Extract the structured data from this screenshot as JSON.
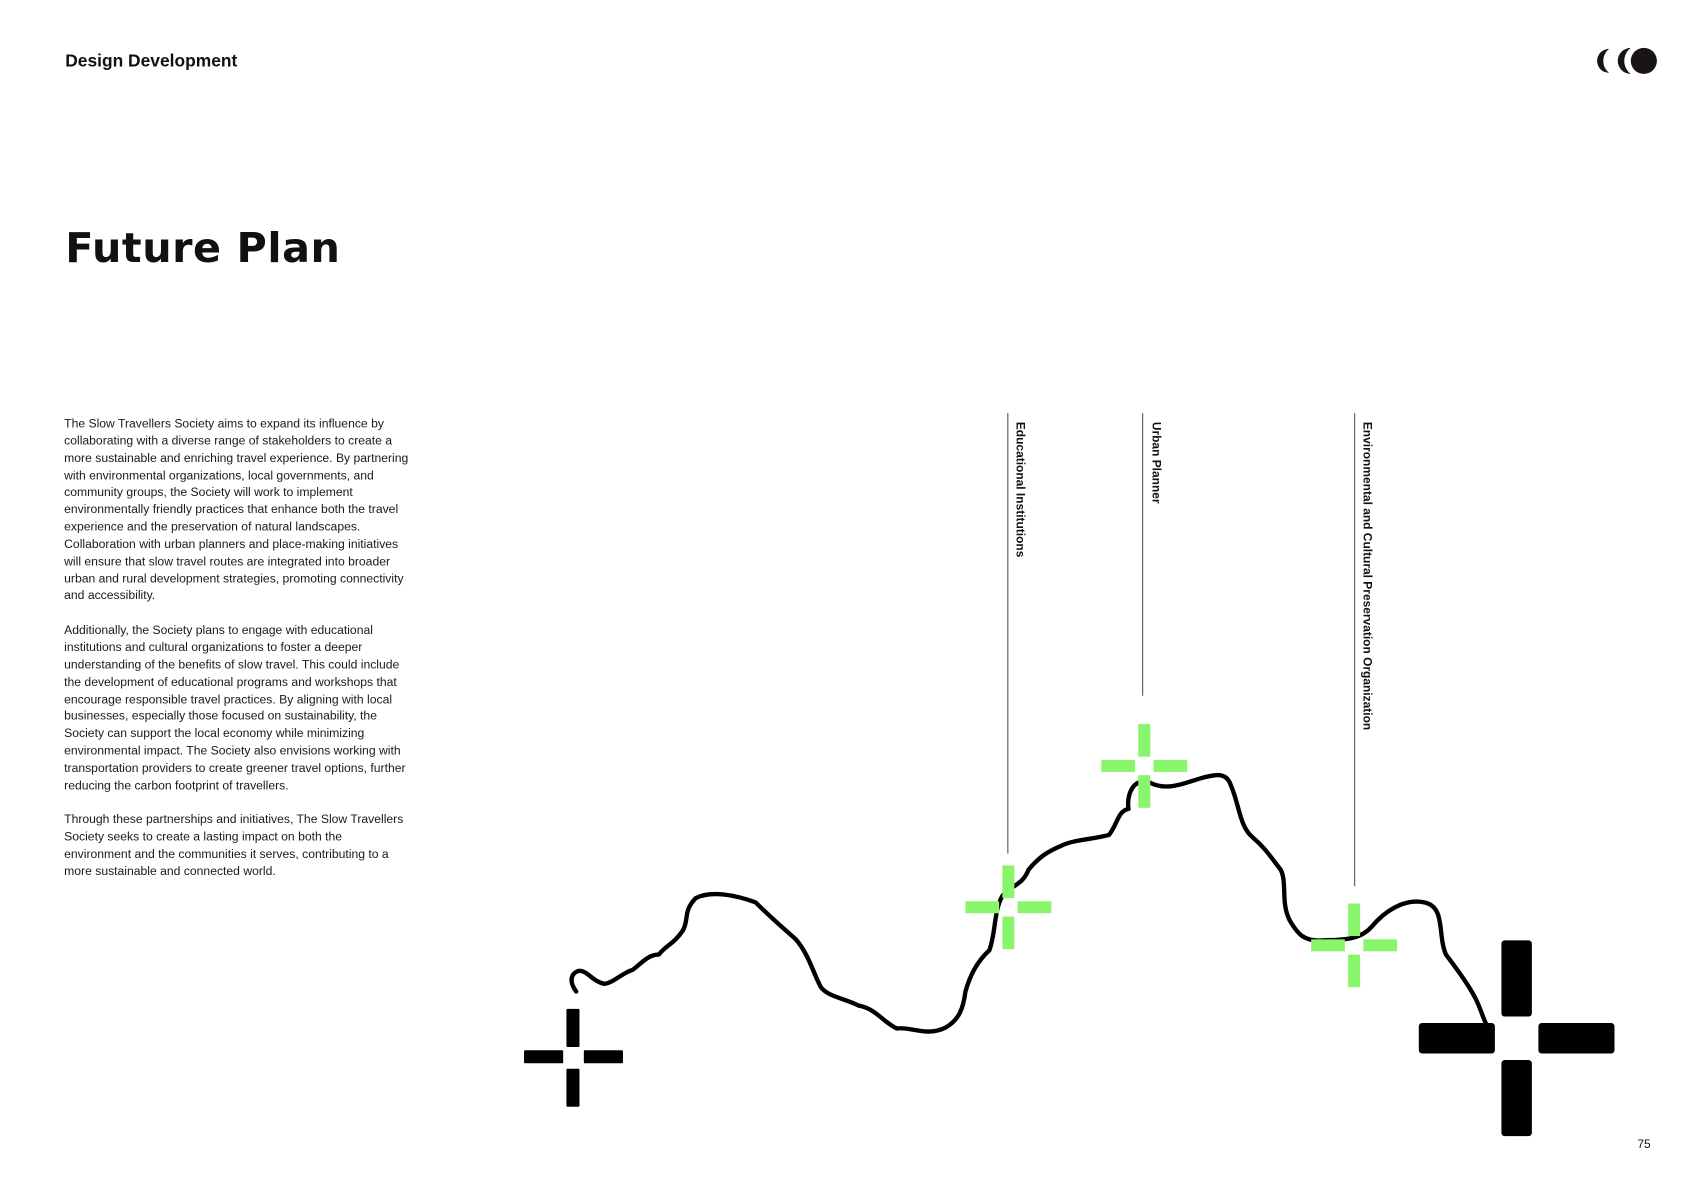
{
  "header": {
    "section": "Design Development",
    "logo": "three-moon-logo"
  },
  "title": "Future Plan",
  "body": {
    "paragraphs": [
      "The Slow Travellers Society aims to expand its influence by collaborating with a diverse range of stakeholders to create a more sustainable and enriching travel experience. By partnering with environmental organizations, local governments, and community groups, the Society will work to implement environmentally friendly practices that enhance both the travel experience and the preservation of natural landscapes. Collaboration with urban planners and place-making initiatives will ensure that slow travel routes are integrated into broader urban and rural development strategies, promoting connectivity and accessibility.",
      "Additionally, the Society plans to engage with educational institutions and cultural organizations to foster a deeper understanding of the benefits of slow travel. This could include the development of educational programs and workshops that encourage responsible travel practices. By aligning with local businesses, especially those focused on sustainability, the Society can support the local economy while minimizing environmental impact. The Society also envisions working with transportation providers to create greener travel options, further reducing the carbon footprint of travellers.",
      "Through these partnerships and initiatives, The Slow Travellers Society seeks to create a lasting impact on both the environment and the communities it serves, contributing to a more sustainable and connected world."
    ]
  },
  "diagram": {
    "milestones": [
      "Educational Institutions",
      "Urban Planner",
      "Environmental and Cultural Preservation Organization"
    ],
    "colors": {
      "accent": "#88F56A",
      "ink": "#000000"
    }
  },
  "page_number": "75"
}
